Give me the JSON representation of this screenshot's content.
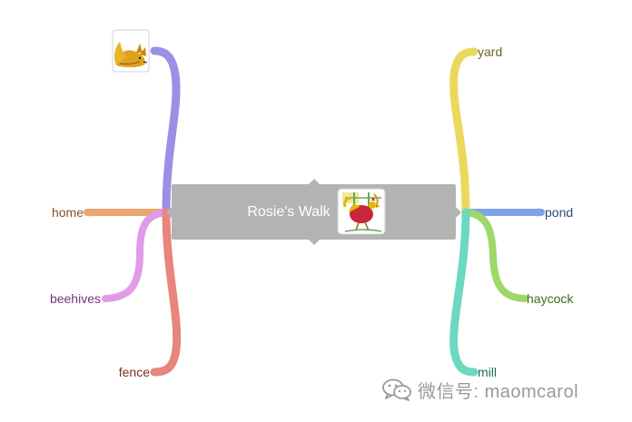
{
  "center": {
    "title": "Rosie's Walk",
    "color": "#b3b3b3",
    "image_icon": "rosie-hen-icon"
  },
  "branches": {
    "left": [
      {
        "label": "",
        "color": "#9b8fe6",
        "icon": "fox-icon"
      },
      {
        "label": "home",
        "color": "#eba570",
        "text_color": "#8a4f24"
      },
      {
        "label": "beehives",
        "color": "#e09be8",
        "text_color": "#7a2f84"
      },
      {
        "label": "fence",
        "color": "#e8857c",
        "text_color": "#7f2c25"
      }
    ],
    "right": [
      {
        "label": "yard",
        "color": "#ebd95e",
        "text_color": "#6f651c"
      },
      {
        "label": "pond",
        "color": "#7fa3ea",
        "text_color": "#2a4a74"
      },
      {
        "label": "haycock",
        "color": "#9fd86a",
        "text_color": "#3e6a1c"
      },
      {
        "label": "mill",
        "color": "#6bd9c2",
        "text_color": "#1f6a5a"
      }
    ]
  },
  "watermark": {
    "text": "微信号: maomcarol",
    "icon": "wechat-logo-icon"
  }
}
